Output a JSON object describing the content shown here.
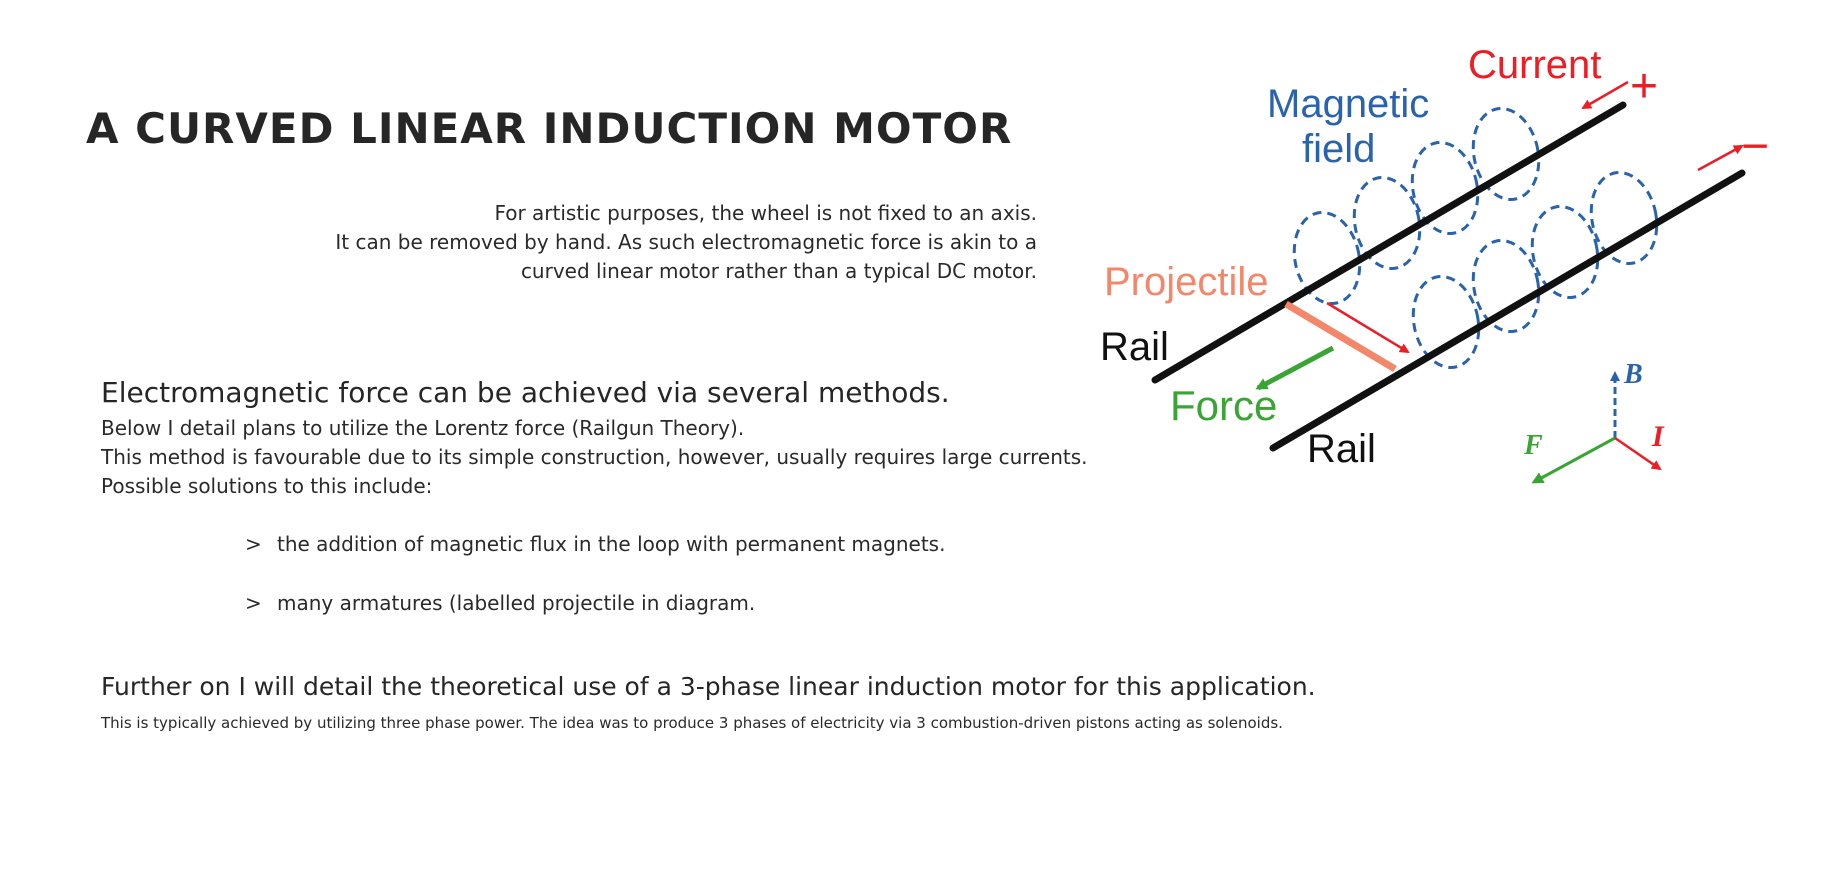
{
  "title": "A CURVED LINEAR INDUCTION MOTOR",
  "note": {
    "line1": "For artistic purposes, the wheel is not fixed to an axis.",
    "line2": "It can be removed by hand. As such electromagnetic force is akin to a",
    "line3": "curved linear motor rather than a typical DC motor."
  },
  "methods": {
    "heading": "Electromagnetic force can be achieved via several methods.",
    "line1": "Below I detail plans to utilize the Lorentz force (Railgun Theory).",
    "line2": "This method is favourable due to its simple construction, however, usually requires large currents.",
    "line3": "Possible solutions to this include:"
  },
  "bullets": {
    "marker": ">",
    "item1": "the addition of magnetic flux in the loop with permanent magnets.",
    "item2": "many armatures (labelled projectile in diagram."
  },
  "further": {
    "heading": "Further on I will detail the theoretical use of a 3-phase linear induction motor for this application.",
    "detail": "This is typically achieved by utilizing three phase power. The idea was to produce 3 phases of electricity via 3 combustion-driven pistons acting as solenoids."
  },
  "diagram": {
    "current": "Current",
    "plus": "+",
    "minus": "−",
    "magnetic_line1": "Magnetic",
    "magnetic_line2": "field",
    "projectile": "Projectile",
    "rail_top": "Rail",
    "rail_bottom": "Rail",
    "force": "Force",
    "axis_b": "B",
    "axis_f": "F",
    "axis_i": "I",
    "colors": {
      "current": "#ee1c24",
      "magnetic": "#2a63ad",
      "projectile": "#f4876a",
      "force": "#3aa535",
      "rail": "#111111"
    }
  }
}
